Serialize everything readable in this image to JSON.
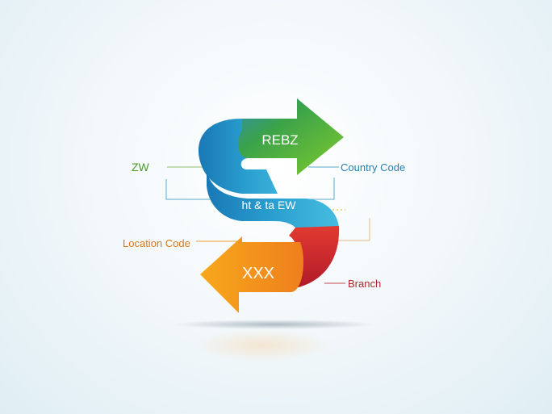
{
  "diagram": {
    "segments": {
      "top": "REBZ",
      "middle": "ht & ta EW",
      "bottom": "XXX"
    },
    "callouts": {
      "left_top": "ZW",
      "right_top": "Country Code",
      "left_bottom": "Location Code",
      "right_bottom": "Branch"
    },
    "colors": {
      "green": "#5cb031",
      "teal": "#1f9bc4",
      "red": "#d8262e",
      "orange": "#f3951c",
      "label_green": "#4c9a2a",
      "label_blue": "#2a7fb0",
      "label_orange": "#d9781c",
      "label_red": "#b0262b"
    }
  }
}
